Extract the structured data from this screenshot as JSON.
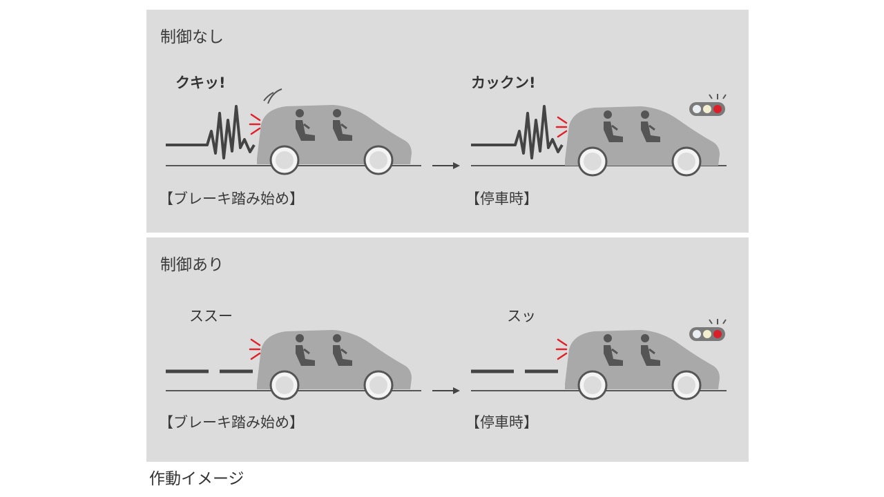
{
  "panels": [
    {
      "title": "制御なし",
      "left": {
        "sound": "クキッ!",
        "label": "【ブレーキ踏み始め】"
      },
      "right": {
        "sound": "カックン!",
        "label": "【停車時】"
      }
    },
    {
      "title": "制御あり",
      "left": {
        "sound": "ススー",
        "label": "【ブレーキ踏み始め】"
      },
      "right": {
        "sound": "スッ",
        "label": "【停車時】"
      }
    }
  ],
  "caption": "作動イメージ",
  "icons": {
    "arrow": "arrow-right-icon",
    "car": "car-icon",
    "passenger": "passenger-icon",
    "traffic_light": "traffic-light-icon",
    "brake_light": "brake-light-rays-icon",
    "sound_wave": "sound-wave-icon"
  },
  "colors": {
    "panel_bg": "#dcdcdc",
    "car": "#a9a9a9",
    "line": "#444444",
    "brake_red": "#e0202a",
    "light_red": "#d9202a",
    "light_yellow": "#f3eecf",
    "light_white": "#e9eef2"
  }
}
